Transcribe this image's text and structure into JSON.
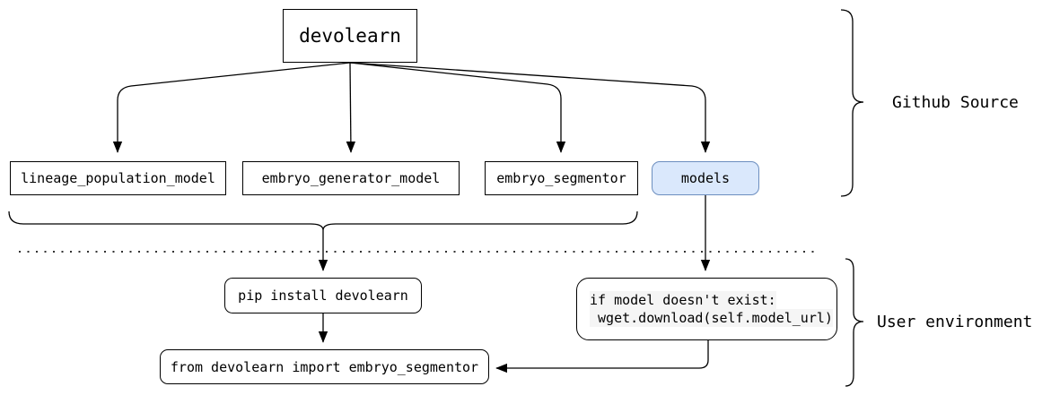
{
  "diagram": {
    "root": {
      "label": "devolearn"
    },
    "github_source": {
      "section_label": "Github Source",
      "modules": [
        {
          "label": "lineage_population_model"
        },
        {
          "label": "embryo_generator_model"
        },
        {
          "label": "embryo_segmentor"
        },
        {
          "label": "models",
          "highlighted": true
        }
      ]
    },
    "user_environment": {
      "section_label": "User environment",
      "install_command": "pip install devolearn",
      "model_check": {
        "line1": "if model doesn't exist:",
        "line2": " wget.download(self.model_url)"
      },
      "import_command": "from devolearn import embryo_segmentor"
    },
    "colors": {
      "models_fill": "#dae8fc",
      "models_stroke": "#6c8ebf",
      "line_color": "#000000",
      "separator_dot_color": "#333333",
      "code_highlight": "#f5f5f5"
    }
  }
}
